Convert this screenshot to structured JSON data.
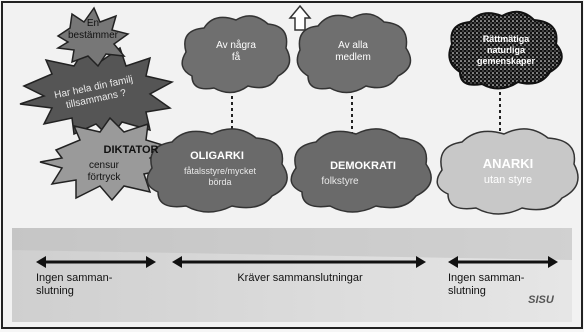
{
  "top_left_star": "En\nbestämmer",
  "top_left_star2": "Har hela din familj\ntillsammans ?",
  "left_star_title": "DIKTATOR",
  "left_star_sub": "censur\nförtryck",
  "cloud_top_1": "Av några\nfå",
  "cloud_top_2": "Av alla\nmedlem",
  "cloud_top_3": "Rättmätiga\nnaturliga\ngemenskaper",
  "oligarki_title": "OLIGARKI",
  "oligarki_sub": "fåtalsstyre/mycket\nbörda",
  "demokrati_title": "DEMOKRATI",
  "demokrati_sub": "folkstyre",
  "anarki_title": "ANARKI",
  "anarki_sub": "utan styre",
  "bottom_left": "Ingen samman-\nslutning",
  "bottom_mid": "Kräver sammanslutningar",
  "bottom_right": "Ingen samman-\nslutning",
  "logo": "SISU"
}
